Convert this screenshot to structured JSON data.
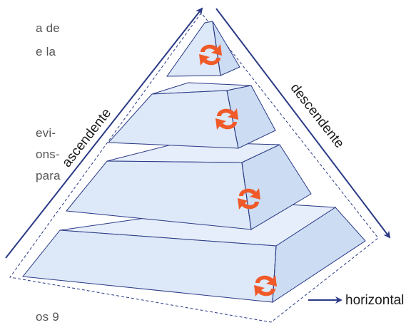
{
  "labels": {
    "ascending": "ascendente",
    "descending": "descendente",
    "horizontal": "horizontal"
  },
  "background_text_fragments": {
    "line1": "a de",
    "line2": "e la",
    "line3": "evi-",
    "line4": "ons-",
    "line5": "para",
    "line6": "os 9"
  },
  "colors": {
    "outline": "#2a3a86",
    "face": "#dde8f8",
    "rotation_arrows": "#f05a28"
  },
  "icons": {
    "rotation": "rotation-arrows-icon"
  }
}
